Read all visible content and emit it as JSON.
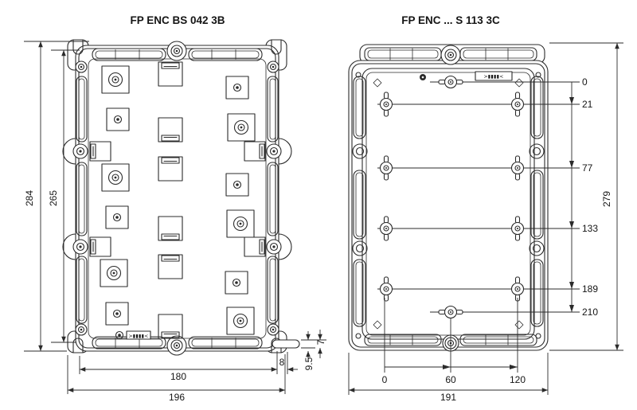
{
  "page": {
    "paper_color": "#ffffff",
    "ink_color": "#2b2b2b"
  },
  "titles": {
    "left": "FP ENC BS 042 3B",
    "right": "FP ENC ... S 113 3C"
  },
  "left_drawing": {
    "marking": ">▮▮▮▮<",
    "dimensions": {
      "overall_height_mm": "284",
      "mounting_height_mm": "265",
      "mounting_width_mm": "180",
      "overall_width_mm": "196",
      "foot_offset_mm": "8",
      "foot_depth_mm": "9.5",
      "foot_thickness_mm": "7"
    }
  },
  "right_drawing": {
    "marking": ">▮▮▮▮<",
    "dimensions": {
      "overall_height_mm": "279",
      "overall_width_mm": "191",
      "keyhole_row_offsets_mm": [
        "0",
        "21",
        "77",
        "133",
        "189",
        "210"
      ],
      "keyhole_column_offsets_mm": [
        "0",
        "60",
        "120"
      ]
    }
  }
}
